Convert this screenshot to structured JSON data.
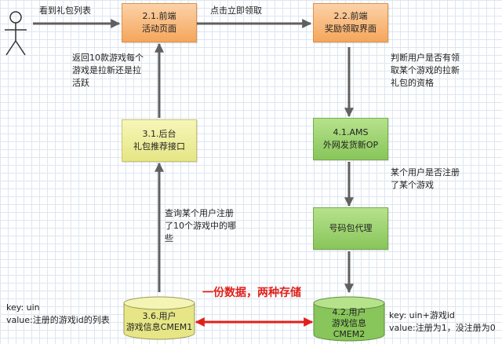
{
  "actor": {
    "edge_label": "看到礼包列表"
  },
  "nodes": {
    "activity_page": {
      "line1": "2.1.前端",
      "line2": "活动页面"
    },
    "claim_page": {
      "line1": "2.2.前端",
      "line2": "奖励领取界面"
    },
    "recommend_api": {
      "line1": "3.1.后台",
      "line2": "礼包推荐接口"
    },
    "ams": {
      "line1": "4.1.AMS",
      "line2": "外网发货新OP"
    },
    "code_proxy": {
      "line1": "号码包代理"
    },
    "cmem1": {
      "line1": "3.6.用户",
      "line2": "游戏信息CMEM1"
    },
    "cmem2": {
      "line1": "4.2.用户",
      "line2": "游戏信息",
      "line3": "CMEM2"
    }
  },
  "edges": {
    "click_claim": "点击立即领取",
    "return_games": [
      "返回10款游戏每个",
      "游戏是拉新还是拉",
      "活跃"
    ],
    "check_eligibility": [
      "判断用户是否有领",
      "取某个游戏的拉新",
      "礼包的资格"
    ],
    "check_registered": [
      "某个用户是否注册",
      "了某个游戏"
    ],
    "query_registered": [
      "查询某个用户注册",
      "了10个游戏中的哪",
      "些"
    ],
    "dual_storage": "一份数据，两种存储"
  },
  "notes": {
    "left": {
      "key": "key: uin",
      "value": "value:注册的游戏id的列表"
    },
    "right": {
      "key": "key: uin+游戏id",
      "value": "value:注册为1，没注册为0"
    }
  },
  "colors": {
    "frontend": "#f5a65b",
    "backend": "#e6e686",
    "ams": "#88c55a",
    "storage_left": "#e6e686",
    "storage_right": "#88c55a",
    "arrow": "#606060",
    "highlight": "#e0201a"
  }
}
